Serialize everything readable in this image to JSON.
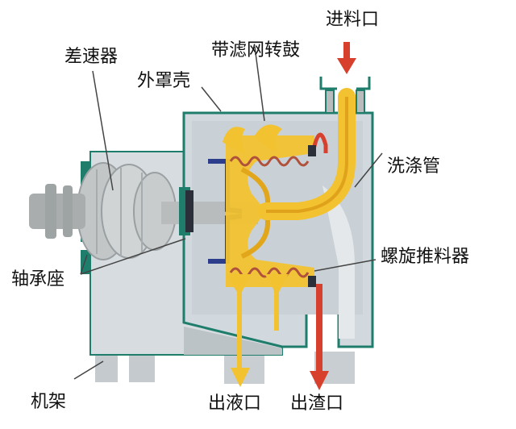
{
  "labels": {
    "differential": "差速器",
    "outer_shell": "外罩壳",
    "drum_with_screen": "带滤网转鼓",
    "feed_inlet": "进料口",
    "wash_pipe": "洗涤管",
    "screw_pusher": "螺旋推料器",
    "bearing_seat": "轴承座",
    "frame": "机架",
    "liquid_outlet": "出液口",
    "residue_outlet": "出渣口"
  },
  "colors": {
    "casing": "#d2d9de",
    "casing_outline": "#1f7d6c",
    "flow_yellow": "#f2c230",
    "flow_red": "#d8402e",
    "spiral": "#b0513c",
    "shaft": "#b8bcbd",
    "screen_blue": "#2c3d8c"
  }
}
